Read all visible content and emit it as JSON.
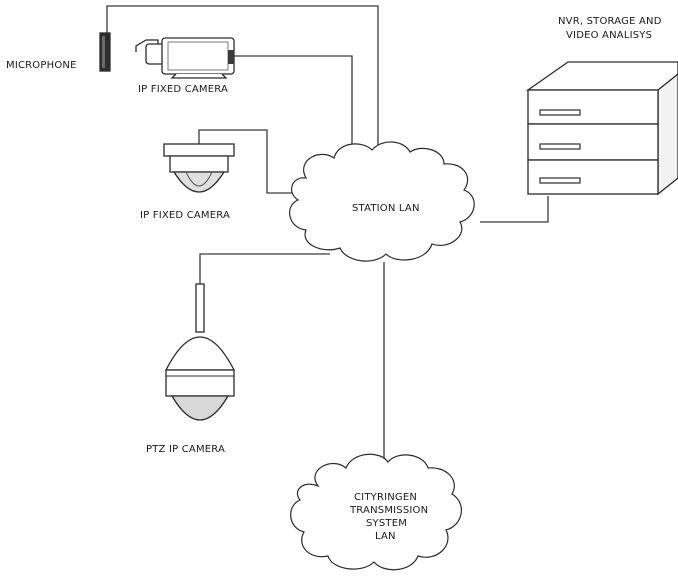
{
  "diagram": {
    "labels": {
      "microphone": "MICROPHONE",
      "ip_fixed_camera_1": "IP FIXED CAMERA",
      "ip_fixed_camera_2": "IP FIXED CAMERA",
      "ptz_ip_camera": "PTZ IP CAMERA",
      "station_lan": "STATION LAN",
      "nvr_line1": "NVR, STORAGE AND",
      "nvr_line2": "VIDEO ANALISYS",
      "cityringen_line1": "CITYRINGEN",
      "cityringen_line2": "TRANSMISSION",
      "cityringen_line3": "SYSTEM",
      "cityringen_line4": "LAN"
    },
    "icons": {
      "microphone": "microphone-icon",
      "fixed_camera_box": "box-camera-icon",
      "fixed_camera_dome": "dome-camera-icon",
      "ptz_camera": "ptz-camera-icon",
      "nvr": "server-rack-icon",
      "station_lan_cloud": "cloud-icon",
      "cityringen_cloud": "cloud-icon"
    }
  }
}
